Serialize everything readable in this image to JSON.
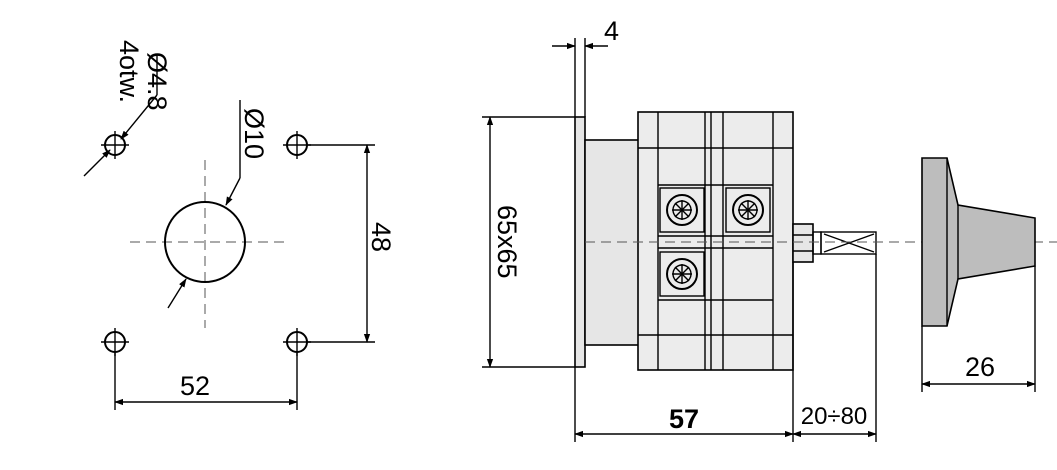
{
  "labels": {
    "hole_diameter": "Ø4.8",
    "hole_count": "4otw.",
    "center_hole": "Ø10",
    "vertical_spacing": "48",
    "horizontal_spacing": "52",
    "flange_thickness": "4",
    "housing_size": "65x65",
    "body_length": "57",
    "shaft_length_range": "20÷80",
    "knob_length": "26"
  }
}
